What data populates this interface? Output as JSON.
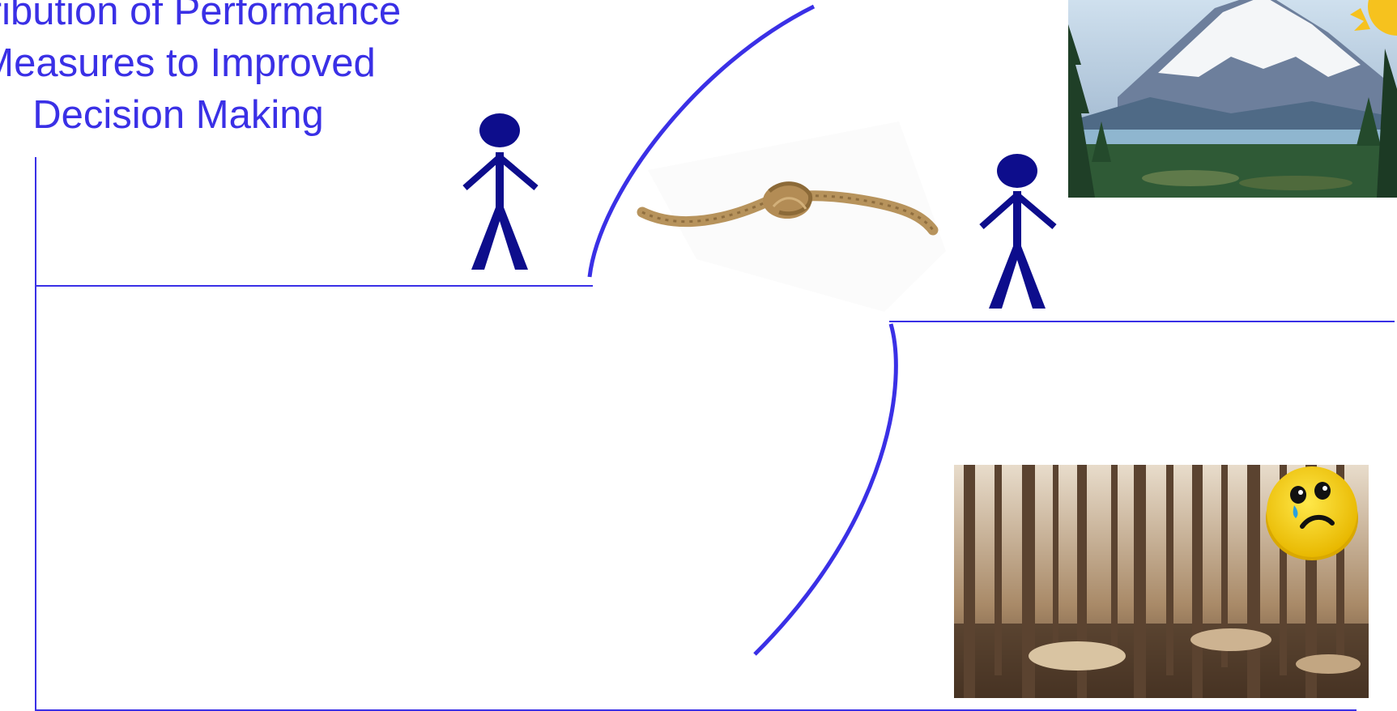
{
  "title": {
    "line1": "ntribution of Performance",
    "line2": "Measures to Improved",
    "line3": "Decision Making"
  },
  "colors": {
    "title": "#3a30e6",
    "lines": "#3a30e6",
    "figures": "#0d0d8c",
    "rope": "#b7935c",
    "emoji": "#f6d21e"
  },
  "pictures": {
    "top_right": "mountain-lake-landscape",
    "bottom_right": "sepia-swamp-forest",
    "middle": "knotted-rope",
    "sad_face": "sad-crying-emoji",
    "corner": "sun-icon"
  }
}
